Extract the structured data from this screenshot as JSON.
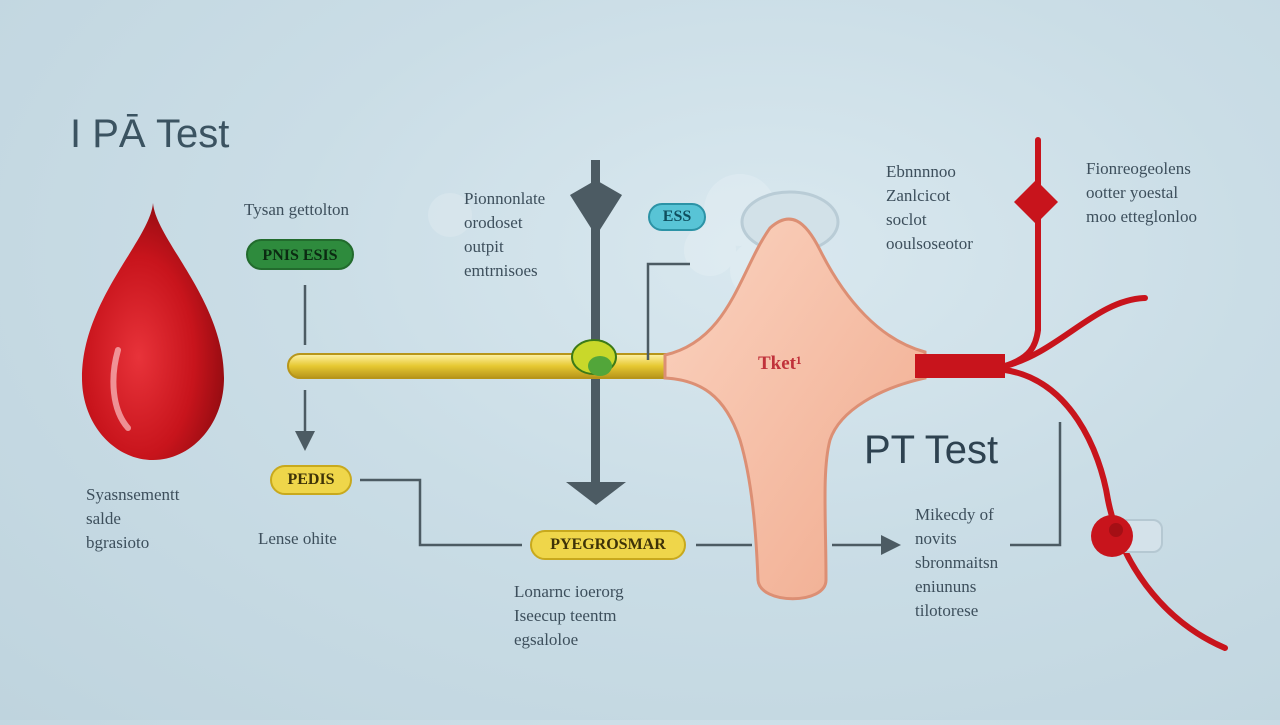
{
  "titles": {
    "left_title": "I PĀ Test",
    "right_title": "PT Test"
  },
  "badges": {
    "green": "PNIS ESIS",
    "blue": "ESS",
    "yellow_small": "PEDIS",
    "yellow_large": "PYEGROSMAR"
  },
  "center_label": "Tket¹",
  "labels": {
    "top_left_caption": "Tysan gettolton",
    "left_block": [
      "Syasnsementt",
      "salde",
      "bgrasioto"
    ],
    "lower_left_caption": "Lense ohite",
    "top_center_block": [
      "Pionnonlate",
      "orodoset",
      "outpit",
      "emtrnisoes"
    ],
    "bottom_center_block": [
      "Lonarnc ioerorg",
      "Iseecup teentm",
      "egsaloloe"
    ],
    "top_right_block_a": [
      "Ebnnnnoo",
      "Zanlcicot",
      "soclot",
      "ooulsoseotor"
    ],
    "top_right_block_b": [
      "Fionreogeolens",
      "ootter yoestal",
      "moo etteglonloo"
    ],
    "right_mid_block": [
      "Mikecdy of",
      "novits",
      "sbronmaitsn",
      "eniununs",
      "tilotorese"
    ]
  },
  "colors": {
    "background": "#cadde6",
    "blood_red": "#c8141c",
    "tissue": "#f4b9a0",
    "capillary": "#e6c832",
    "connector": "#4c5b63"
  }
}
